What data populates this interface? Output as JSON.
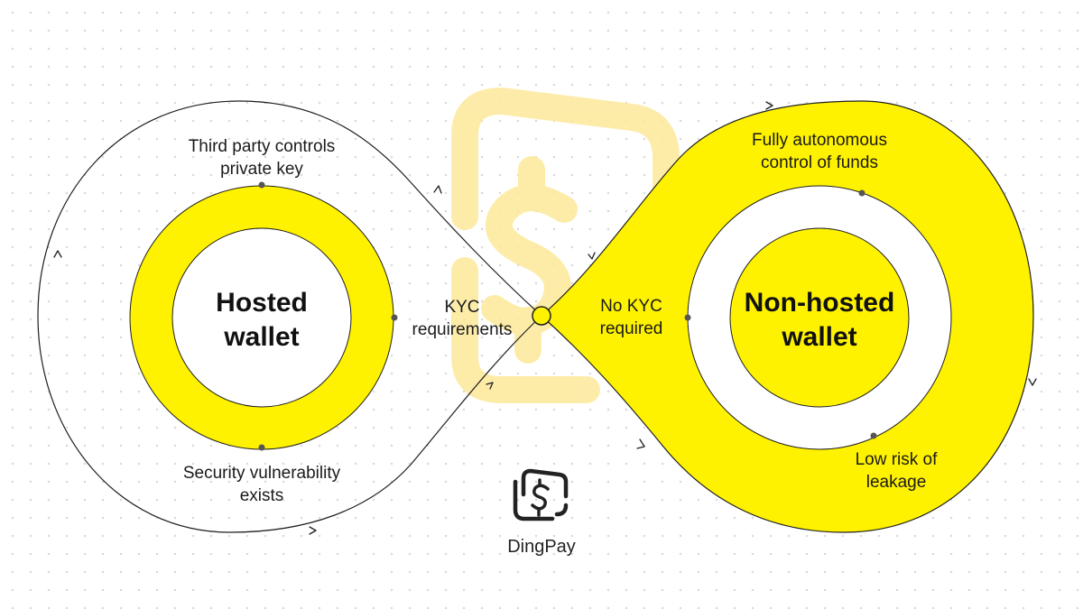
{
  "diagram": {
    "left": {
      "title_line1": "Hosted",
      "title_line2": "wallet",
      "top_label_line1": "Third party controls",
      "top_label_line2": "private key",
      "right_label_line1": "KYC",
      "right_label_line2": "requirements",
      "bottom_label_line1": "Security vulnerability",
      "bottom_label_line2": "exists"
    },
    "right": {
      "title_line1": "Non-hosted",
      "title_line2": "wallet",
      "top_label_line1": "Fully autonomous",
      "top_label_line2": "control of funds",
      "left_label_line1": "No KYC",
      "left_label_line2": "required",
      "bottom_label_line1": "Low risk of",
      "bottom_label_line2": "leakage"
    }
  },
  "brand": {
    "name": "DingPay",
    "icon": "dingpay-logo-icon"
  },
  "colors": {
    "accent_yellow": "#fff200",
    "watermark_yellow": "#fde99a",
    "line": "#333333",
    "dot": "#555555"
  }
}
